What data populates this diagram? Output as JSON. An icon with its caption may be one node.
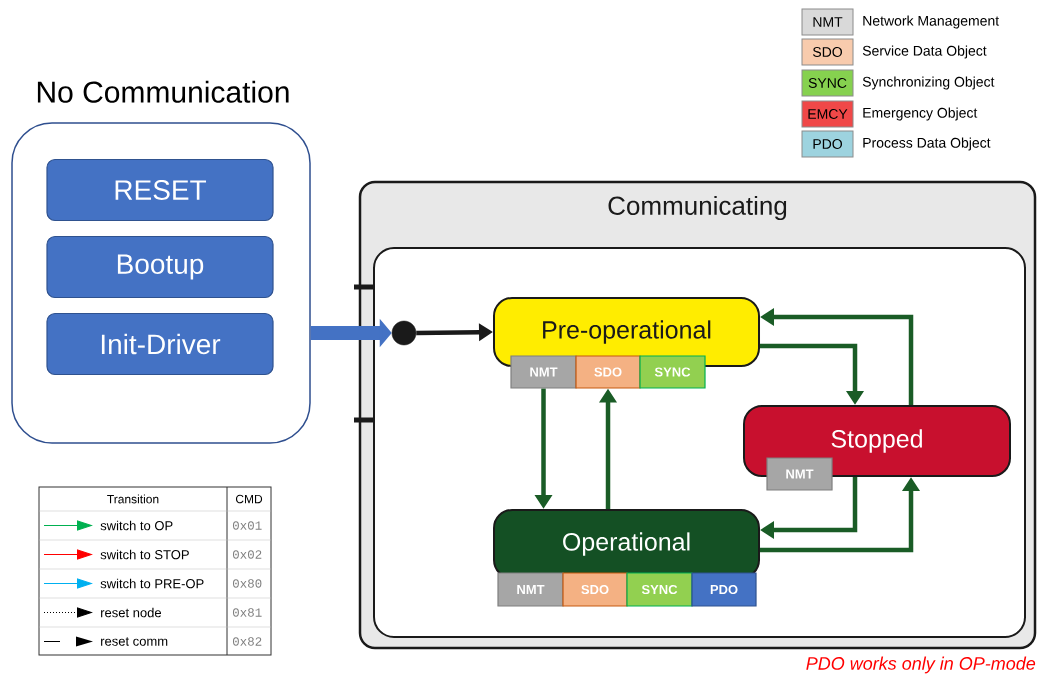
{
  "diagram": {
    "nodes": [
      {
        "text": [
          "No Communication"
        ]
      },
      {
        "text": [
          "RESET"
        ],
        "in": 0
      },
      {
        "text": [
          "Bootup"
        ],
        "in": 0
      },
      {
        "text": [
          "Init-Driver"
        ],
        "in": 0
      },
      {
        "text": [
          "Communicating"
        ]
      },
      {
        "text": [],
        "shape": "box",
        "in": 4
      },
      {
        "text": [],
        "shape": "circle",
        "in": 5
      },
      {
        "text": [
          "Pre-operational"
        ],
        "in": 5
      },
      {
        "text": [
          "NMT"
        ],
        "in": 5
      },
      {
        "text": [
          "SDO"
        ],
        "in": 5
      },
      {
        "text": [
          "SYNC"
        ],
        "in": 5
      },
      {
        "text": [
          "Stopped"
        ],
        "in": 5
      },
      {
        "text": [
          "NMT"
        ],
        "in": 5
      },
      {
        "text": [
          "Operational"
        ],
        "in": 5
      },
      {
        "text": [
          "NMT"
        ],
        "in": 5
      },
      {
        "text": [
          "SDO"
        ],
        "in": 5
      },
      {
        "text": [
          "SYNC"
        ],
        "in": 5
      },
      {
        "text": [
          "PDO"
        ],
        "in": 5
      }
    ],
    "edges": [
      {
        "from": 0,
        "to": 6,
        "arrow": "to",
        "style": "thick",
        "color": "#4472c4"
      },
      {
        "from": 6,
        "to": 7,
        "arrow": "to",
        "color": "#1a1a1a"
      },
      {
        "from": 8,
        "to": 13,
        "arrow": "to"
      },
      {
        "from": 13,
        "to": 9,
        "arrow": "to"
      },
      {
        "from": 7,
        "to": 11,
        "arrow": "to"
      },
      {
        "from": 11,
        "to": 7,
        "arrow": "to"
      },
      {
        "from": 11,
        "to": 13,
        "arrow": "to"
      },
      {
        "from": 13,
        "to": 11,
        "arrow": "to"
      }
    ],
    "labels": [
      "NMT",
      "SDO",
      "SYNC",
      "EMCY",
      "PDO",
      "Transition",
      "CMD",
      "0x01",
      "0x02",
      "0x80",
      "0x81",
      "0x82",
      "PDO works only in OP-mode"
    ],
    "legend": [
      {
        "text": "Network Management",
        "color": "#d9d9d9"
      },
      {
        "text": "Service Data Object",
        "color": "#f8cbad"
      },
      {
        "text": "Synchronizing Object",
        "color": "#86d14f"
      },
      {
        "text": "Emergency Object",
        "color": "#f04848"
      },
      {
        "text": "Process Data Object",
        "color": "#9dd3df"
      },
      {
        "text": "switch to OP"
      },
      {
        "text": "switch to STOP"
      },
      {
        "text": "switch to PRE-OP"
      },
      {
        "text": "reset node"
      },
      {
        "text": "reset comm"
      }
    ]
  }
}
